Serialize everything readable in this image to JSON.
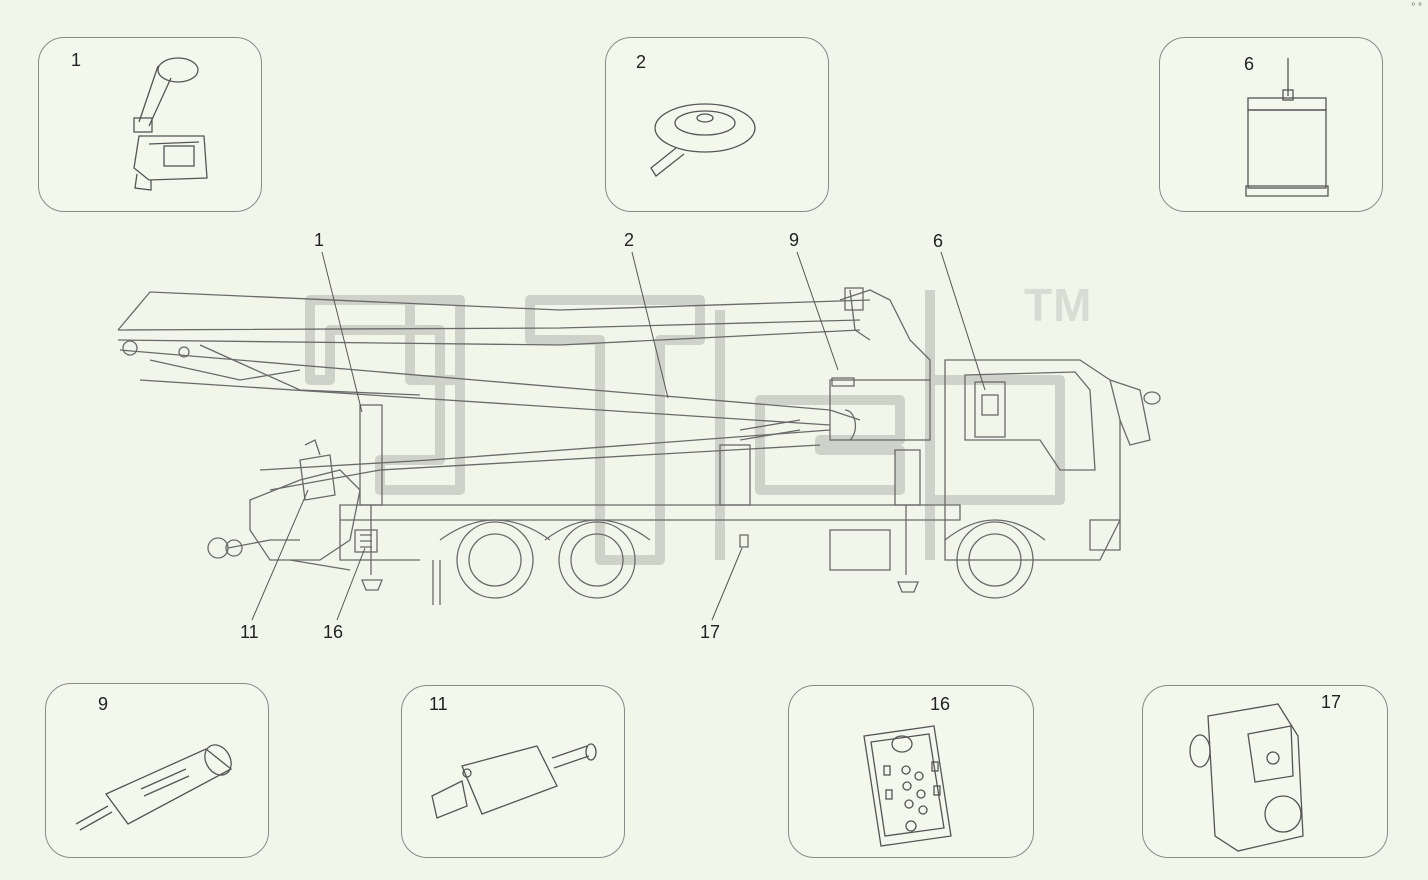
{
  "callouts": {
    "top_left": "1",
    "top_center": "2",
    "top_right": "6",
    "bottom_1": "9",
    "bottom_2": "11",
    "bottom_3": "16",
    "bottom_4": "17"
  },
  "labels": {
    "l1": "1",
    "l2": "2",
    "l9": "9",
    "l6": "6",
    "l11": "11",
    "l16": "16",
    "l17": "17"
  },
  "watermark": {
    "tm": "TM"
  },
  "colors": {
    "line": "#6a6a6a",
    "watermark": "#d9dcd3",
    "background": "#f2f6ea"
  }
}
